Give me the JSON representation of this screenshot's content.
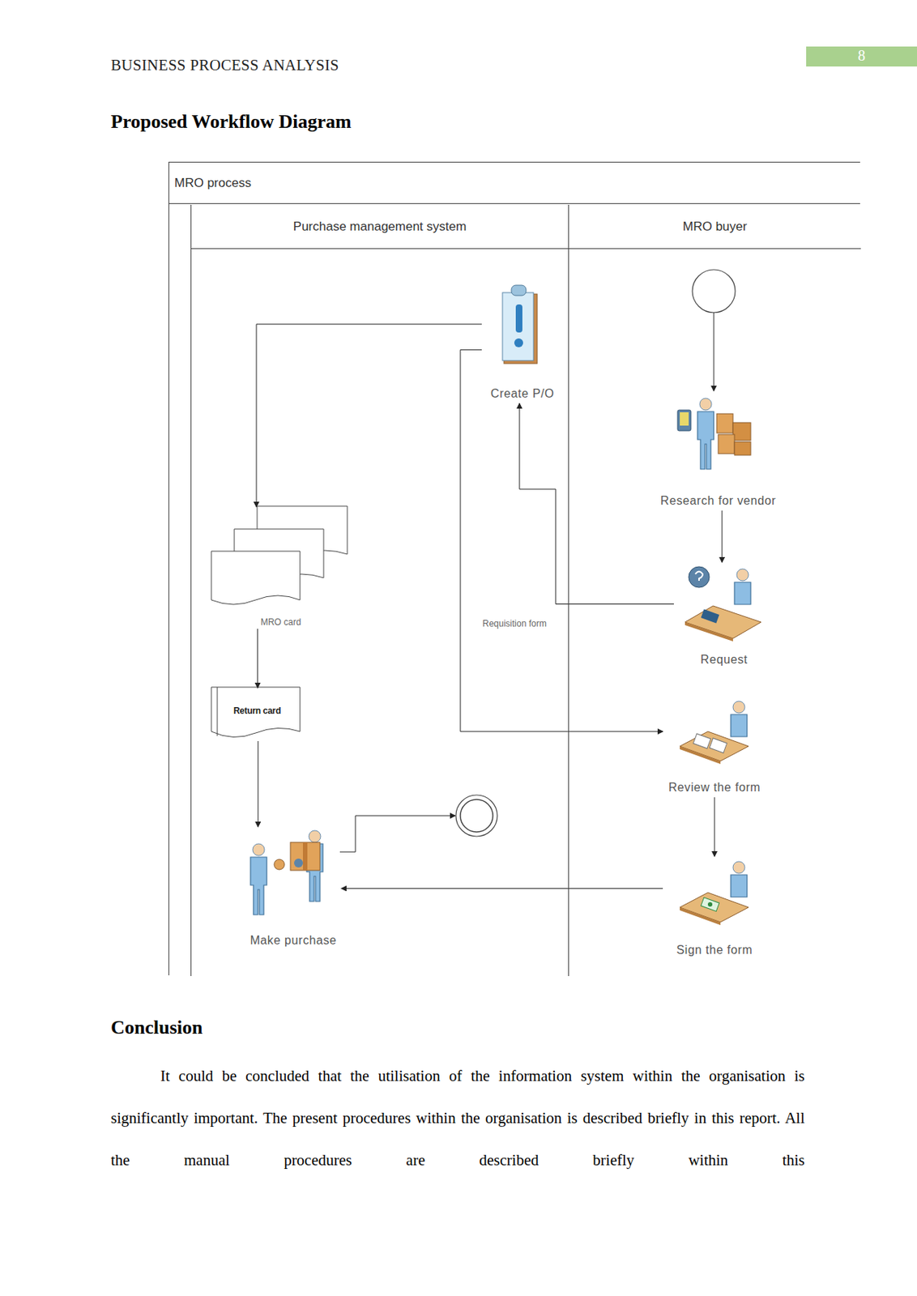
{
  "diagram": {
    "title": "Proposed Workflow Diagram",
    "nodes": [
      {
        "text": [
          "MRO process"
        ]
      },
      {
        "text": [
          "Purchase management system"
        ],
        "in": 0
      },
      {
        "text": [
          "MRO buyer"
        ],
        "in": 0
      },
      {
        "text": [
          "Create P/O"
        ],
        "in": 1
      },
      {
        "text": [
          "MRO card"
        ],
        "in": 1
      },
      {
        "text": [
          "Return card"
        ],
        "in": 1
      },
      {
        "text": [
          "Make purchase"
        ],
        "in": 1
      },
      {
        "text": [
          "Research for vendor"
        ],
        "in": 2
      },
      {
        "text": [
          "Request"
        ],
        "in": 2
      },
      {
        "text": [
          "Review the form"
        ],
        "in": 2
      },
      {
        "text": [
          "Sign the form"
        ],
        "in": 2
      }
    ],
    "edges": [
      {
        "from": 7,
        "to": 8,
        "arrow": "to"
      },
      {
        "from": 8,
        "to": 3,
        "arrow": "to"
      },
      {
        "from": 3,
        "to": 4,
        "arrow": "to"
      },
      {
        "from": 3,
        "to": 9,
        "label": "Requisition form",
        "arrow": "to"
      },
      {
        "from": 4,
        "to": 5,
        "arrow": "to"
      },
      {
        "from": 5,
        "to": 6,
        "arrow": "to"
      },
      {
        "from": 9,
        "to": 10,
        "arrow": "to"
      },
      {
        "from": 10,
        "to": 6,
        "arrow": "to"
      }
    ],
    "labels": [
      "BUSINESS PROCESS ANALYSIS",
      "8",
      "Conclusion",
      "It could be concluded that the utilisation of the information system within the organisation is significantly important. The present procedures within the organisation is described briefly in this report. All the manual procedures are described briefly within this"
    ]
  }
}
